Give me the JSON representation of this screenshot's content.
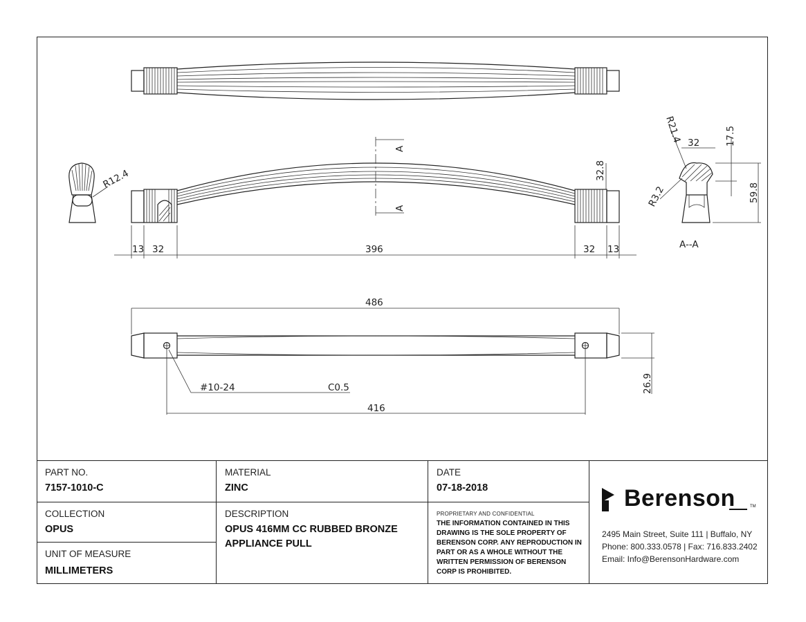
{
  "dimensions": {
    "r12_4": "R12.4",
    "d13_left": "13",
    "d32_left": "32",
    "d396": "396",
    "d32_right": "32",
    "d13_right": "13",
    "d32_8": "32.8",
    "section_mark_top": "A",
    "section_mark_bottom": "A",
    "r21_4": "R21.4",
    "d32_section": "32",
    "d17_5": "17.5",
    "r3_2": "R3.2",
    "d59_8": "59.8",
    "section_label": "A--A",
    "d486": "486",
    "thread": "#10-24",
    "chamfer": "C0.5",
    "d416": "416",
    "d26_9": "26.9"
  },
  "titleblock": {
    "part_no_label": "PART NO.",
    "part_no": "7157-1010-C",
    "collection_label": "COLLECTION",
    "collection": "OPUS",
    "uom_label": "UNIT OF MEASURE",
    "uom": "MILLIMETERS",
    "material_label": "MATERIAL",
    "material": "ZINC",
    "description_label": "DESCRIPTION",
    "description_line1": "OPUS 416MM CC RUBBED BRONZE",
    "description_line2": "APPLIANCE PULL",
    "date_label": "DATE",
    "date": "07-18-2018",
    "legal_heading": "PROPRIETARY AND CONFIDENTIAL",
    "legal_text": "THE INFORMATION CONTAINED IN THIS DRAWING IS THE SOLE PROPERTY OF BERENSON CORP. ANY REPRODUCTION IN PART OR AS A WHOLE WITHOUT THE WRITTEN PERMISSION OF BERENSON CORP IS PROHIBITED.",
    "brand": "Berenson",
    "trademark": "TM",
    "address": "2495 Main Street, Suite 111 | Buffalo, NY",
    "phone": "Phone: 800.333.0578 | Fax: 716.833.2402",
    "email": "Email: Info@BerensonHardware.com"
  }
}
